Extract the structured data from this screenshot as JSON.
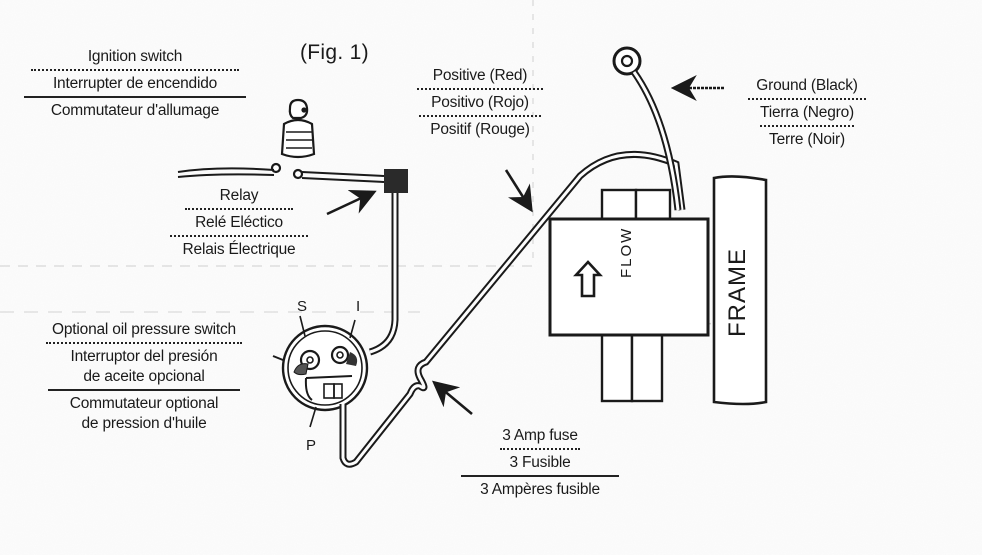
{
  "figure": {
    "caption": "(Fig. 1)",
    "type": "wiring diagram",
    "ink_color": "#1a1a1a",
    "paper_color": "#fdfdfd"
  },
  "labels": {
    "ignition_switch": {
      "en": "Ignition switch",
      "es": "Interrupter de encendido",
      "fr": "Commutateur d'allumage"
    },
    "relay": {
      "en": "Relay",
      "es": "Relé Eléctico",
      "fr": "Relais Électrique"
    },
    "positive": {
      "en": "Positive (Red)",
      "es": "Positivo (Rojo)",
      "fr": "Positif (Rouge)"
    },
    "ground": {
      "en": "Ground (Black)",
      "es": "Tierra (Negro)",
      "fr": "Terre (Noir)"
    },
    "oil_pressure_switch": {
      "en": "Optional oil pressure switch",
      "es_line1": "Interruptor del presión",
      "es_line2": "de aceite opcional",
      "fr_line1": "Commutateur optional",
      "fr_line2": "de pression d'huile"
    },
    "fuse": {
      "en": "3 Amp fuse",
      "es": "3 Fusible",
      "fr": "3 Ampères fusible"
    },
    "terminals": {
      "s": "S",
      "i": "I",
      "p": "P"
    },
    "pump_flow": "FLOW",
    "frame": "FRAME"
  }
}
